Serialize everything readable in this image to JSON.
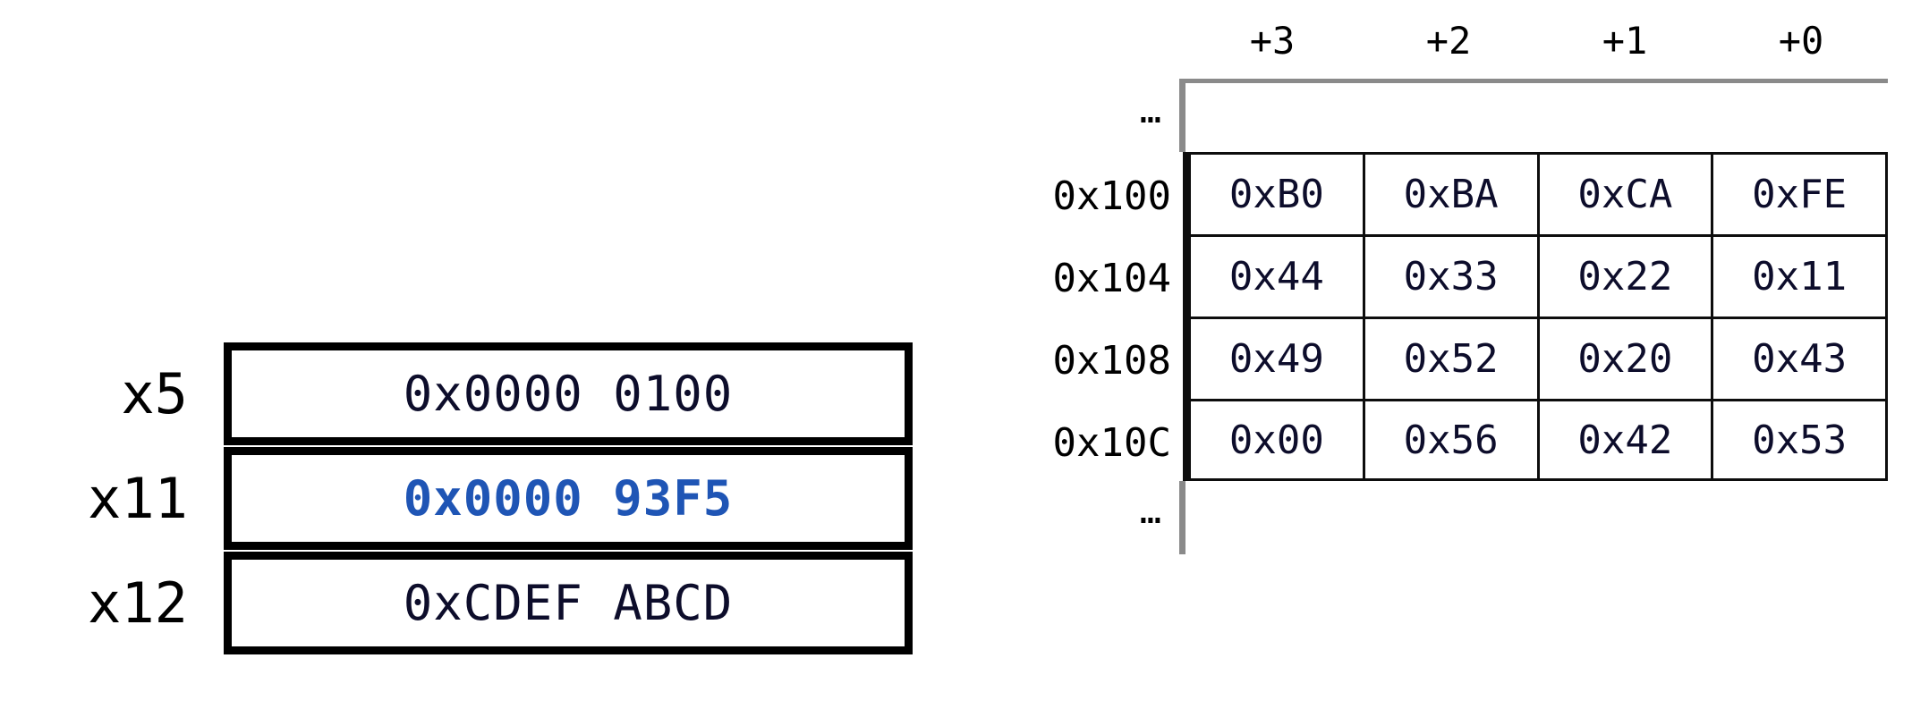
{
  "registers": {
    "rows": [
      {
        "name": "x5",
        "value": "0x0000 0100",
        "highlight": false
      },
      {
        "name": "x11",
        "value": "0x0000 93F5",
        "highlight": true
      },
      {
        "name": "x12",
        "value": "0xCDEF ABCD",
        "highlight": false
      }
    ],
    "highlight_color": "#1f55b5",
    "text_color": "#0d0d2b"
  },
  "memory": {
    "column_headers": [
      "+3",
      "+2",
      "+1",
      "+0"
    ],
    "ellipsis_top": "…",
    "ellipsis_bottom": "…",
    "rows": [
      {
        "address": "0x100",
        "cells": [
          "0xB0",
          "0xBA",
          "0xCA",
          "0xFE"
        ]
      },
      {
        "address": "0x104",
        "cells": [
          "0x44",
          "0x33",
          "0x22",
          "0x11"
        ]
      },
      {
        "address": "0x108",
        "cells": [
          "0x49",
          "0x52",
          "0x20",
          "0x43"
        ]
      },
      {
        "address": "0x10C",
        "cells": [
          "0x00",
          "0x56",
          "0x42",
          "0x53"
        ]
      }
    ],
    "rail_color": "#8a8a8a",
    "border_color": "#0d0d0d"
  }
}
